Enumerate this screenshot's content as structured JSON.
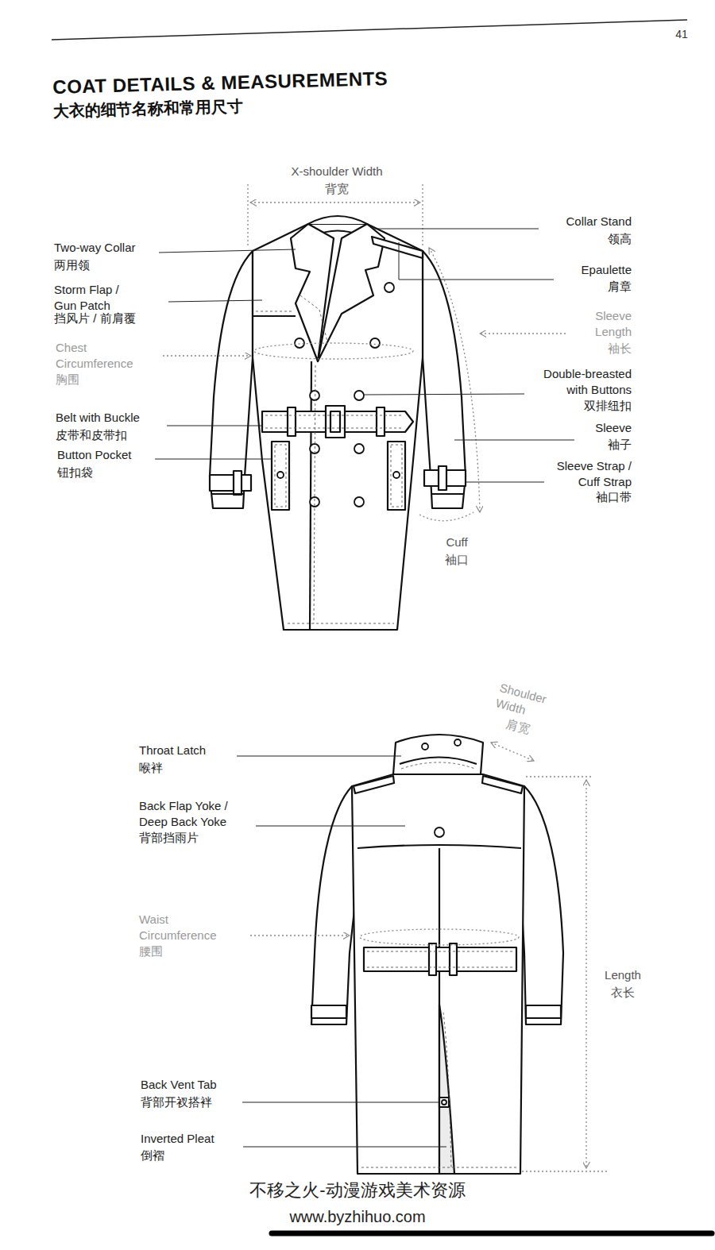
{
  "diagram": {
    "title": "COAT DETAILS & MEASUREMENTS",
    "labels": [
      "41",
      "大衣的细节名称和常用尺寸",
      "X-shoulder Width",
      "背宽",
      "Two-way Collar",
      "两用领",
      "Storm Flap / Gun Patch",
      "挡风片 / 前肩覆",
      "Chest Circumference",
      "胸围",
      "Belt with Buckle",
      "皮带和皮带扣",
      "Button Pocket",
      "钮扣袋",
      "Collar Stand",
      "领高",
      "Epaulette",
      "肩章",
      "Sleeve Length",
      "袖长",
      "Double-breasted with Buttons",
      "双排纽扣",
      "Sleeve",
      "袖子",
      "Sleeve Strap / Cuff Strap",
      "袖口带",
      "Cuff",
      "袖口",
      "Shoulder Width",
      "肩宽",
      "Throat Latch",
      "喉袢",
      "Back Flap Yoke / Deep Back Yoke",
      "背部挡雨片",
      "Waist Circumference",
      "腰围",
      "Length",
      "衣长",
      "Back Vent Tab",
      "背部开衩搭袢",
      "Inverted Pleat",
      "倒褶",
      "不移之火-动漫游戏美术资源",
      "www.byzhihuo.com"
    ]
  }
}
